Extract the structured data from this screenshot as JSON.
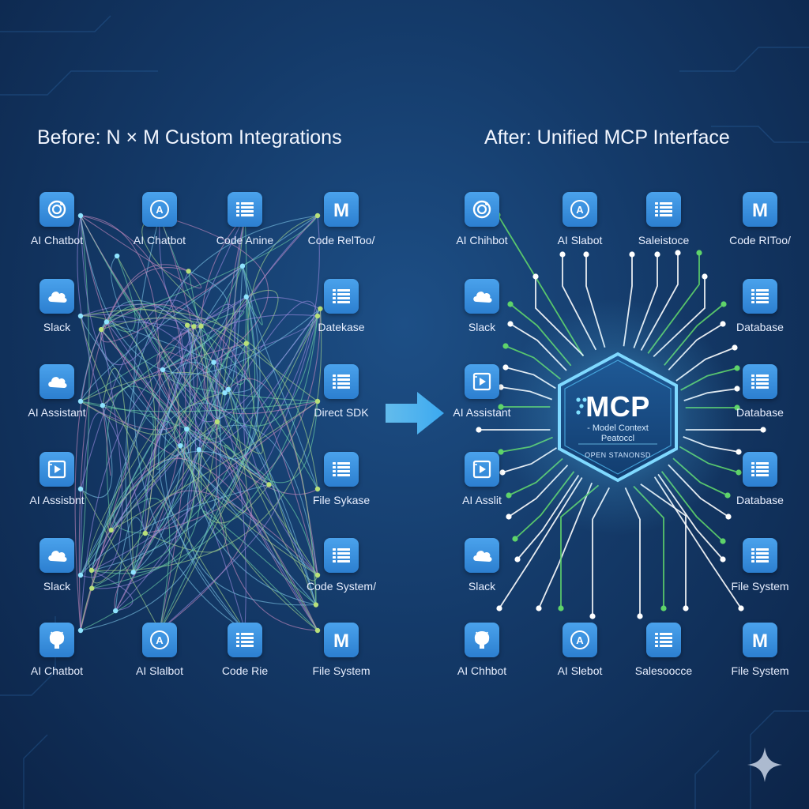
{
  "headings": {
    "before": "Before: N × M Custom Integrations",
    "after": "After: Unified MCP Interface"
  },
  "left_nodes": [
    {
      "label": "AI Chatbot",
      "icon": "ring-icon"
    },
    {
      "label": "AI Chatbot",
      "icon": "letter-a-icon"
    },
    {
      "label": "Code Anine",
      "icon": "list-icon"
    },
    {
      "label": "Code RelToo/",
      "icon": "letter-m-icon"
    },
    {
      "label": "Slack",
      "icon": "cloud-icon"
    },
    {
      "label": "Datekase",
      "icon": "list-icon"
    },
    {
      "label": "AI Assistant",
      "icon": "cloud-icon"
    },
    {
      "label": "Direct SDK",
      "icon": "list-icon"
    },
    {
      "label": "AI Assisbnt",
      "icon": "play-icon"
    },
    {
      "label": "File Sykase",
      "icon": "list-icon"
    },
    {
      "label": "Slack",
      "icon": "cloud-icon"
    },
    {
      "label": "Code System/",
      "icon": "list-icon"
    },
    {
      "label": "AI Chatbot",
      "icon": "octocat-icon"
    },
    {
      "label": "AI Slalbot",
      "icon": "letter-a-icon"
    },
    {
      "label": "Code Rie",
      "icon": "list-icon"
    },
    {
      "label": "File System",
      "icon": "letter-m-icon"
    }
  ],
  "right_nodes": [
    {
      "label": "AI Chihbot",
      "icon": "ring-icon"
    },
    {
      "label": "AI Slabot",
      "icon": "letter-a-icon"
    },
    {
      "label": "Saleistoce",
      "icon": "list-icon"
    },
    {
      "label": "Code RIToo/",
      "icon": "letter-m-icon"
    },
    {
      "label": "Slack",
      "icon": "cloud-icon"
    },
    {
      "label": "Database",
      "icon": "list-icon"
    },
    {
      "label": "AI Assistant",
      "icon": "play-icon"
    },
    {
      "label": "Database",
      "icon": "list-icon"
    },
    {
      "label": "AI Asslit",
      "icon": "play-icon"
    },
    {
      "label": "Database",
      "icon": "list-icon"
    },
    {
      "label": "Slack",
      "icon": "cloud-icon"
    },
    {
      "label": "File System",
      "icon": "list-icon"
    },
    {
      "label": "AI Chhbot",
      "icon": "octocat-icon"
    },
    {
      "label": "AI Slebot",
      "icon": "letter-a-icon"
    },
    {
      "label": "Salesoocce",
      "icon": "list-icon"
    },
    {
      "label": "File System",
      "icon": "letter-m-icon"
    }
  ],
  "hub": {
    "title": "MCP",
    "subtitle_line1": "- Model Context",
    "subtitle_line2": "Peatoccl",
    "standard": "OPEN STANONSD"
  },
  "colors": {
    "background": "#143a69",
    "tile": "#3b91e0",
    "green_line": "#5fd46a",
    "white_line": "#ffffff",
    "hub_glow": "#58c6ff",
    "tangle_colors": [
      "#6fd6a8",
      "#9b8ce0",
      "#c98cc0",
      "#7ec7e8",
      "#a8d890"
    ]
  },
  "icons": {
    "arrow": "arrow-right-icon",
    "corner": "sparkle-icon",
    "hub": "mcp-hexagon-icon"
  }
}
